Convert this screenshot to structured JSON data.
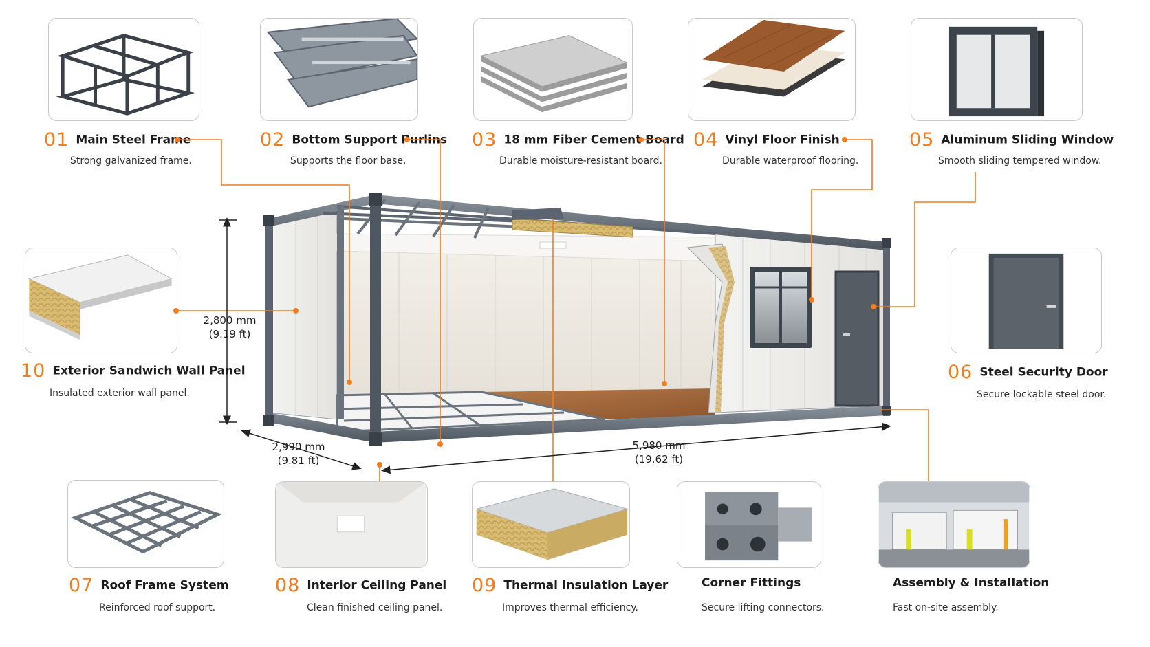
{
  "components": [
    {
      "num": "01",
      "title": "Main Steel Frame",
      "desc": "Strong galvanized frame.",
      "icon": "steel-frame-image"
    },
    {
      "num": "02",
      "title": "Bottom Support Purlins",
      "desc": "Supports the floor base.",
      "icon": "purlins-image"
    },
    {
      "num": "03",
      "title": "18 mm Fiber Cement Board",
      "desc": "Durable moisture-resistant board.",
      "icon": "cement-board-image"
    },
    {
      "num": "04",
      "title": "Vinyl Floor Finish",
      "desc": "Durable waterproof flooring.",
      "icon": "vinyl-floor-image"
    },
    {
      "num": "05",
      "title": "Aluminum Sliding Window",
      "desc": "Smooth sliding tempered window.",
      "icon": "sliding-window-image"
    },
    {
      "num": "06",
      "title": "Steel Security Door",
      "desc": "Secure lockable steel door.",
      "icon": "steel-door-image"
    },
    {
      "num": "07",
      "title": "Roof Frame System",
      "desc": "Reinforced roof support.",
      "icon": "roof-frame-image"
    },
    {
      "num": "08",
      "title": "Interior Ceiling Panel",
      "desc": "Clean finished ceiling panel.",
      "icon": "ceiling-panel-image"
    },
    {
      "num": "09",
      "title": "Thermal Insulation Layer",
      "desc": "Improves thermal efficiency.",
      "icon": "insulation-image"
    },
    {
      "num": "",
      "title": "Corner Fittings",
      "desc": "Secure lifting connectors.",
      "icon": "corner-fitting-image"
    },
    {
      "num": "",
      "title": "Assembly & Installation",
      "desc": "Fast on-site assembly.",
      "icon": "assembly-photo"
    },
    {
      "num": "10",
      "title": "Exterior Sandwich Wall Panel",
      "desc": "Insulated exterior wall panel.",
      "icon": "sandwich-panel-image"
    }
  ],
  "dimensions": {
    "height_mm": "2,800 mm",
    "height_ft": "(9.19 ft)",
    "width_mm": "2,990 mm",
    "width_ft": "(9.81 ft)",
    "length_mm": "5,980 mm",
    "length_ft": "(19.62 ft)"
  },
  "colors": {
    "accent": "#ef7d22",
    "frame": "#5b6470",
    "panel": "#ecebea",
    "wood": "#9a5a2e",
    "insulation": "#d6b770"
  }
}
